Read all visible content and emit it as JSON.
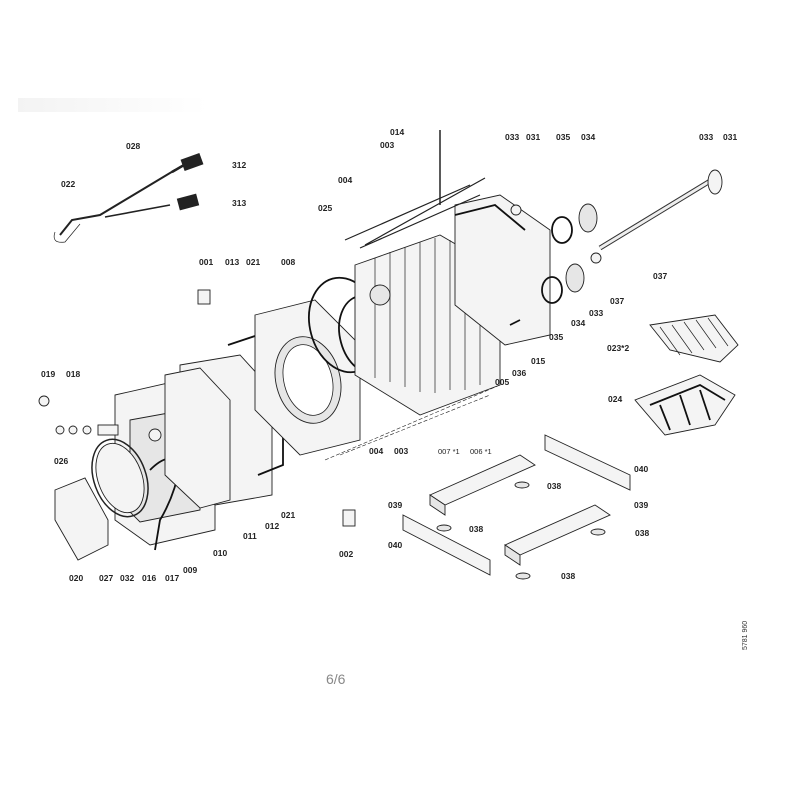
{
  "diagram": {
    "page_number": "6/6",
    "document_code": "5781 960",
    "labels": [
      "014",
      "033",
      "031",
      "035",
      "034",
      "033",
      "031",
      "003",
      "028",
      "312",
      "022",
      "313",
      "004",
      "025",
      "001",
      "013",
      "021",
      "008",
      "037",
      "037",
      "023*2",
      "033",
      "034",
      "035",
      "036",
      "015",
      "005",
      "019",
      "018",
      "026",
      "024",
      "004",
      "003",
      "007 *1",
      "006 *1",
      "040",
      "038",
      "039",
      "039",
      "038",
      "038",
      "040",
      "038",
      "002",
      "020",
      "027",
      "032",
      "016",
      "017",
      "009",
      "010",
      "011",
      "012",
      "021"
    ]
  }
}
